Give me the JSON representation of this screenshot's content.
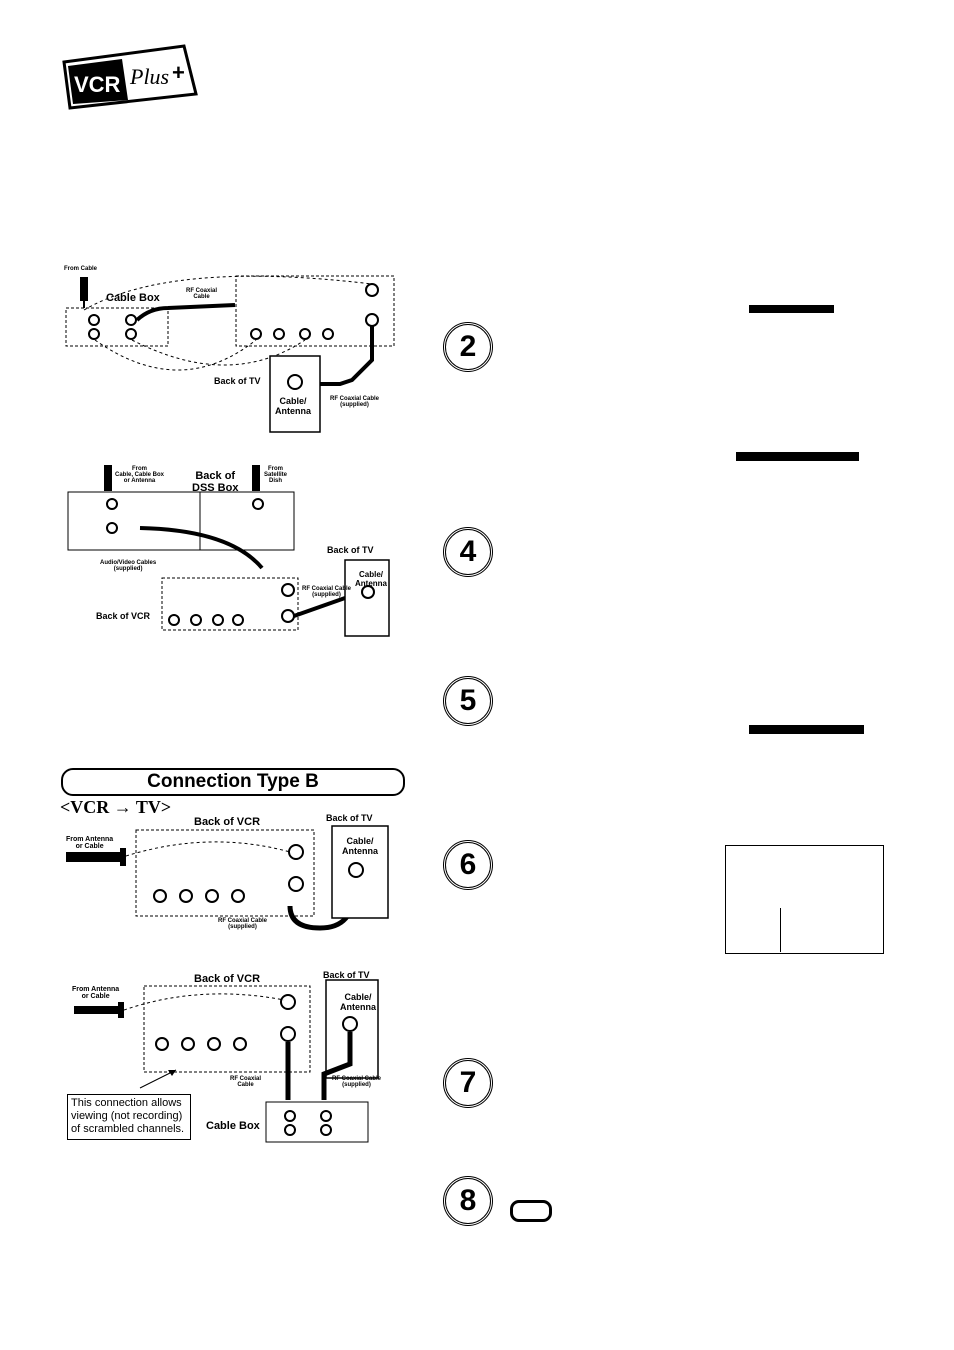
{
  "logo": {
    "text": "VCR Plus+"
  },
  "fig_cable_box": {
    "from_label": "From Cable",
    "box_label": "Cable Box",
    "rf_label": "RF Coaxial\nCable",
    "tv_label": "Back of TV",
    "tv_jack": "Cable/\nAntenna",
    "rf_supplied": "RF Coaxial Cable\n(supplied)"
  },
  "fig_dss": {
    "from_cable": "From\nCable, Cable Box\nor Antenna",
    "dss_label": "Back of\nDSS Box",
    "from_sat": "From\nSatellite\nDish",
    "av_cables": "Audio/Video Cables\n(supplied)",
    "tv_label": "Back of TV",
    "tv_jack": "Cable/\nAntenna",
    "vcr_label": "Back of VCR",
    "rf_supplied": "RF Coaxial Cable\n(supplied)"
  },
  "connection_b": {
    "title": "Connection Type B",
    "subtitle": "<VCR → TV>"
  },
  "fig_vcr_tv": {
    "from_label": "From Antenna\nor Cable",
    "vcr_label": "Back of VCR",
    "tv_label": "Back of TV",
    "tv_jack": "Cable/\nAntenna",
    "rf_supplied": "RF Coaxial Cable\n(supplied)"
  },
  "fig_vcr_cablebox": {
    "from_label": "From Antenna\nor Cable",
    "vcr_label": "Back of VCR",
    "tv_label": "Back of TV",
    "tv_jack": "Cable/\nAntenna",
    "rf_cable": "RF Coaxial\nCable",
    "rf_supplied": "RF Coaxial Cable\n(supplied)",
    "box_label": "Cable Box",
    "note": "This connection allows viewing (not recording) of scrambled channels."
  },
  "steps": [
    {
      "num": "2"
    },
    {
      "num": "4"
    },
    {
      "num": "5"
    },
    {
      "num": "6"
    },
    {
      "num": "7"
    },
    {
      "num": "8"
    }
  ]
}
